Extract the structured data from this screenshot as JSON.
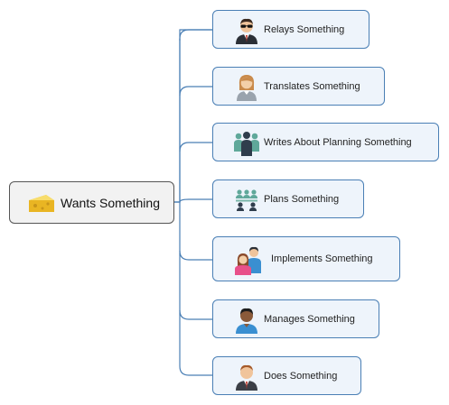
{
  "root": {
    "label": "Wants Something",
    "icon": "cheese-icon"
  },
  "children": [
    {
      "label": "Relays Something",
      "icon": "man-sunglasses-icon"
    },
    {
      "label": "Translates Something",
      "icon": "woman-icon"
    },
    {
      "label": "Writes About Planning Something",
      "icon": "group-people-icon"
    },
    {
      "label": "Plans Something",
      "icon": "team-meeting-icon"
    },
    {
      "label": "Implements Something",
      "icon": "couple-icon"
    },
    {
      "label": "Manages Something",
      "icon": "man-dark-icon"
    },
    {
      "label": "Does Something",
      "icon": "man-tie-icon"
    }
  ],
  "colors": {
    "connector": "#4a7fb5",
    "node_fill": "#eef4fb",
    "node_border": "#4a7fb5",
    "root_fill": "#f2f2f2",
    "root_border": "#555555"
  }
}
